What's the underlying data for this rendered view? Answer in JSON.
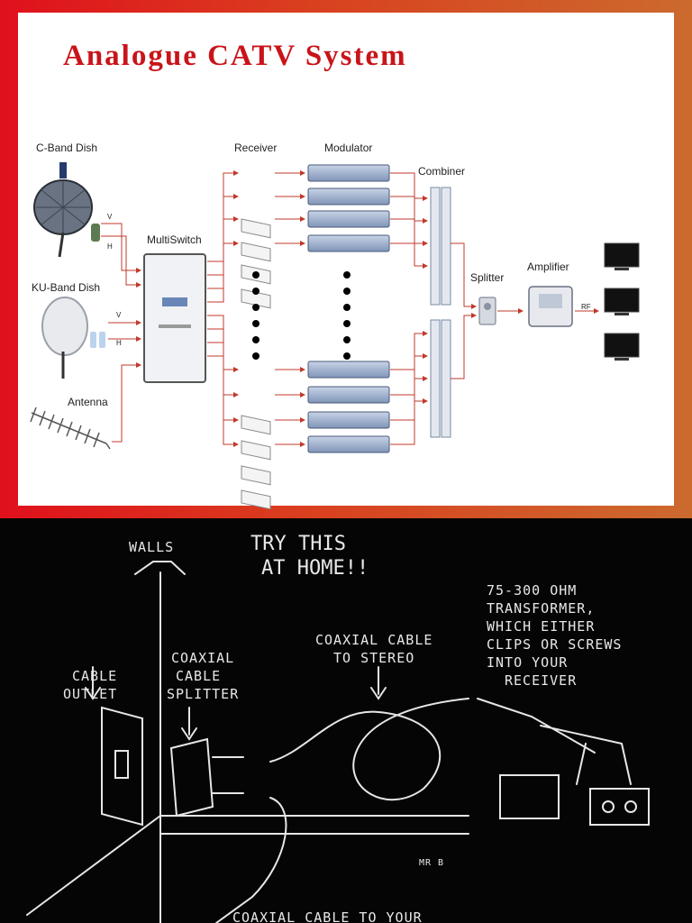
{
  "top": {
    "title": "Analogue CATV System",
    "labels": {
      "cband": "C-Band Dish",
      "kuband": "KU-Band Dish",
      "antenna": "Antenna",
      "multiswitch": "MultiSwitch",
      "receiver": "Receiver",
      "modulator": "Modulator",
      "combiner": "Combiner",
      "splitter": "Splitter",
      "amplifier": "Amplifier",
      "rf": "RF",
      "v1": "V",
      "h1": "H",
      "v2": "V",
      "h2": "H"
    },
    "colors": {
      "arrow": "#c0392b",
      "title": "#c8141a",
      "frame_start": "#e0101c",
      "frame_end": "#cc6a2e"
    }
  },
  "bottom": {
    "walls": "WALLS",
    "try1": "TRY THIS",
    "try2": "AT HOME!!",
    "transformer": [
      "75-300 OHM",
      "TRANSFORMER,",
      "WHICH EITHER",
      "CLIPS OR SCREWS",
      "INTO YOUR",
      "RECEIVER"
    ],
    "coax_stereo": [
      "COAXIAL CABLE",
      "TO STEREO"
    ],
    "coax_splitter": [
      "COAXIAL",
      "CABLE",
      "SPLITTER"
    ],
    "cable_outlet": [
      "CABLE",
      "OUTLET"
    ],
    "coax_bottom": "COAXIAL CABLE TO YOUR",
    "signature": "MR B"
  }
}
